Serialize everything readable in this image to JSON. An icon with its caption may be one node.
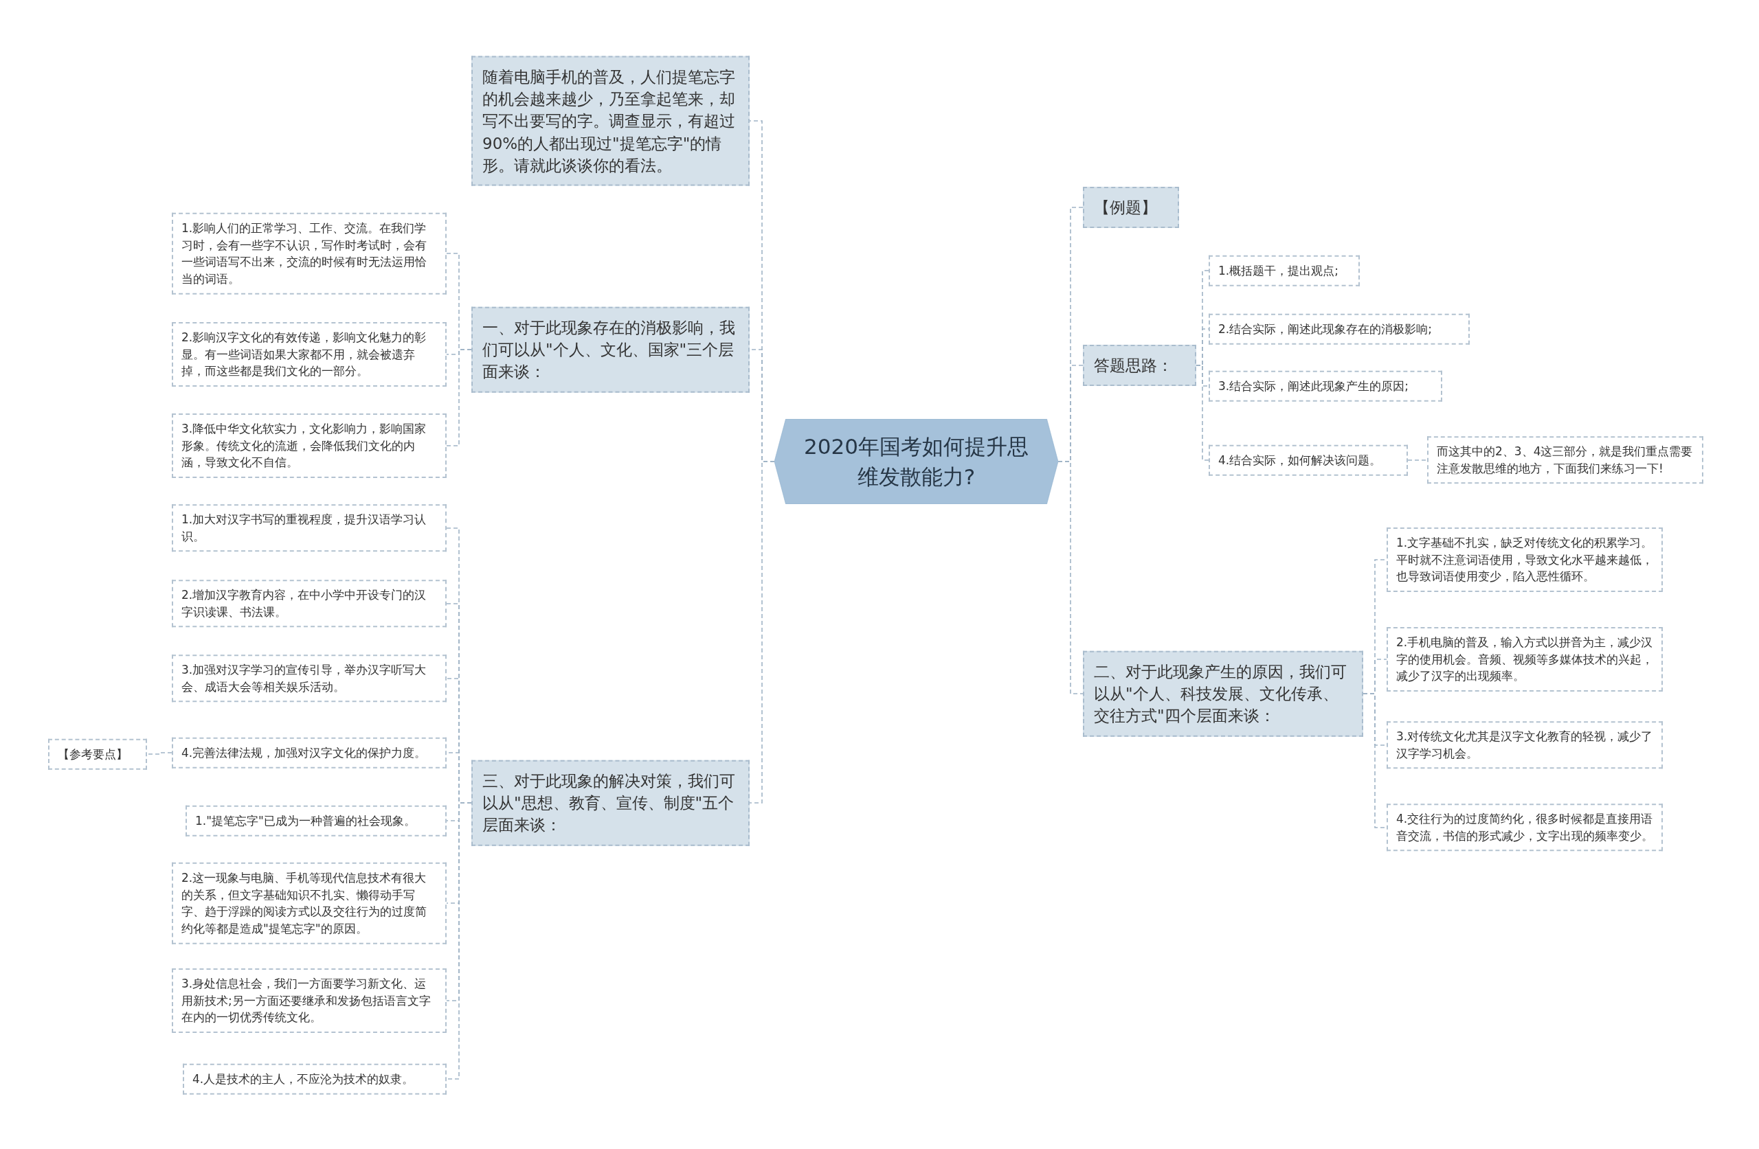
{
  "diagram": {
    "nodes": [
      {
        "text": [
          "2020年国考如何提升思维发散能力?"
        ]
      },
      {
        "text": [
          "随着电脑手机的普及，人们提笔忘字的机会越来越少，乃至拿起笔来，却写不出要写的字。调查显示，有超过90%的人都出现过\"提笔忘字\"的情形。请就此谈谈你的看法。"
        ]
      },
      {
        "text": [
          "一、对于此现象存在的消极影响，我们可以从\"个人、文化、国家\"三个层面来谈："
        ]
      },
      {
        "text": [
          "1.影响人们的正常学习、工作、交流。在我们学习时，会有一些字不认识，写作时考试时，会有一些词语写不出来，交流的时候有时无法运用恰当的词语。"
        ]
      },
      {
        "text": [
          "2.影响汉字文化的有效传递，影响文化魅力的彰显。有一些词语如果大家都不用，就会被遗弃掉，而这些都是我们文化的一部分。"
        ]
      },
      {
        "text": [
          "3.降低中华文化软实力，文化影响力，影响国家形象。传统文化的流逝，会降低我们文化的内涵，导致文化不自信。"
        ]
      },
      {
        "text": [
          "三、对于此现象的解决对策，我们可以从\"思想、教育、宣传、制度\"五个层面来谈："
        ]
      },
      {
        "text": [
          "1.加大对汉字书写的重视程度，提升汉语学习认识。"
        ]
      },
      {
        "text": [
          "2.增加汉字教育内容，在中小学中开设专门的汉字识读课、书法课。"
        ]
      },
      {
        "text": [
          "3.加强对汉字学习的宣传引导，举办汉字听写大会、成语大会等相关娱乐活动。"
        ]
      },
      {
        "text": [
          "4.完善法律法规，加强对汉字文化的保护力度。"
        ]
      },
      {
        "text": [
          "【参考要点】"
        ]
      },
      {
        "text": [
          "1.\"提笔忘字\"已成为一种普遍的社会现象。"
        ]
      },
      {
        "text": [
          "2.这一现象与电脑、手机等现代信息技术有很大的关系，但文字基础知识不扎实、懒得动手写字、趋于浮躁的阅读方式以及交往行为的过度简约化等都是造成\"提笔忘字\"的原因。"
        ]
      },
      {
        "text": [
          "3.身处信息社会，我们一方面要学习新文化、运用新技术;另一方面还要继承和发扬包括语言文字在内的一切优秀传统文化。"
        ]
      },
      {
        "text": [
          "4.人是技术的主人，不应沦为技术的奴隶。"
        ]
      },
      {
        "text": [
          "【例题】"
        ]
      },
      {
        "text": [
          "答题思路："
        ]
      },
      {
        "text": [
          "1.概括题干，提出观点;"
        ]
      },
      {
        "text": [
          "2.结合实际，阐述此现象存在的消极影响;"
        ]
      },
      {
        "text": [
          "3.结合实际，阐述此现象产生的原因;"
        ]
      },
      {
        "text": [
          "4.结合实际，如何解决该问题。"
        ]
      },
      {
        "text": [
          "而这其中的2、3、4这三部分，就是我们重点需要注意发散思维的地方，下面我们来练习一下!"
        ]
      },
      {
        "text": [
          "二、对于此现象产生的原因，我们可以从\"个人、科技发展、文化传承、交往方式\"四个层面来谈："
        ]
      },
      {
        "text": [
          "1.文字基础不扎实，缺乏对传统文化的积累学习。平时就不注意词语使用，导致文化水平越来越低，也导致词语使用变少，陷入恶性循环。"
        ]
      },
      {
        "text": [
          "2.手机电脑的普及，输入方式以拼音为主，减少汉字的使用机会。音频、视频等多媒体技术的兴起，减少了汉字的出现频率。"
        ]
      },
      {
        "text": [
          "3.对传统文化尤其是汉字文化教育的轻视，减少了汉字学习机会。"
        ]
      },
      {
        "text": [
          "4.交往行为的过度简约化，很多时候都是直接用语音交流，书信的形式减少，文字出现的频率变少。"
        ]
      }
    ],
    "edges": [
      {
        "from": 0,
        "to": 1,
        "arrow": "none",
        "style": "dashed"
      },
      {
        "from": 0,
        "to": 2,
        "arrow": "none",
        "style": "dashed"
      },
      {
        "from": 2,
        "to": 3,
        "arrow": "none",
        "style": "dashed"
      },
      {
        "from": 2,
        "to": 4,
        "arrow": "none",
        "style": "dashed"
      },
      {
        "from": 2,
        "to": 5,
        "arrow": "none",
        "style": "dashed"
      },
      {
        "from": 0,
        "to": 6,
        "arrow": "none",
        "style": "dashed"
      },
      {
        "from": 6,
        "to": 7,
        "arrow": "none",
        "style": "dashed"
      },
      {
        "from": 6,
        "to": 8,
        "arrow": "none",
        "style": "dashed"
      },
      {
        "from": 6,
        "to": 9,
        "arrow": "none",
        "style": "dashed"
      },
      {
        "from": 6,
        "to": 10,
        "arrow": "none",
        "style": "dashed"
      },
      {
        "from": 10,
        "to": 11,
        "arrow": "none",
        "style": "dashed"
      },
      {
        "from": 6,
        "to": 12,
        "arrow": "none",
        "style": "dashed"
      },
      {
        "from": 6,
        "to": 13,
        "arrow": "none",
        "style": "dashed"
      },
      {
        "from": 6,
        "to": 14,
        "arrow": "none",
        "style": "dashed"
      },
      {
        "from": 6,
        "to": 15,
        "arrow": "none",
        "style": "dashed"
      },
      {
        "from": 0,
        "to": 16,
        "arrow": "none",
        "style": "dashed"
      },
      {
        "from": 0,
        "to": 17,
        "arrow": "none",
        "style": "dashed"
      },
      {
        "from": 17,
        "to": 18,
        "arrow": "none",
        "style": "dashed"
      },
      {
        "from": 17,
        "to": 19,
        "arrow": "none",
        "style": "dashed"
      },
      {
        "from": 17,
        "to": 20,
        "arrow": "none",
        "style": "dashed"
      },
      {
        "from": 17,
        "to": 21,
        "arrow": "none",
        "style": "dashed"
      },
      {
        "from": 21,
        "to": 22,
        "arrow": "none",
        "style": "dashed"
      },
      {
        "from": 0,
        "to": 23,
        "arrow": "none",
        "style": "dashed"
      },
      {
        "from": 23,
        "to": 24,
        "arrow": "none",
        "style": "dashed"
      },
      {
        "from": 23,
        "to": 25,
        "arrow": "none",
        "style": "dashed"
      },
      {
        "from": 23,
        "to": 26,
        "arrow": "none",
        "style": "dashed"
      },
      {
        "from": 23,
        "to": 27,
        "arrow": "none",
        "style": "dashed"
      }
    ]
  }
}
